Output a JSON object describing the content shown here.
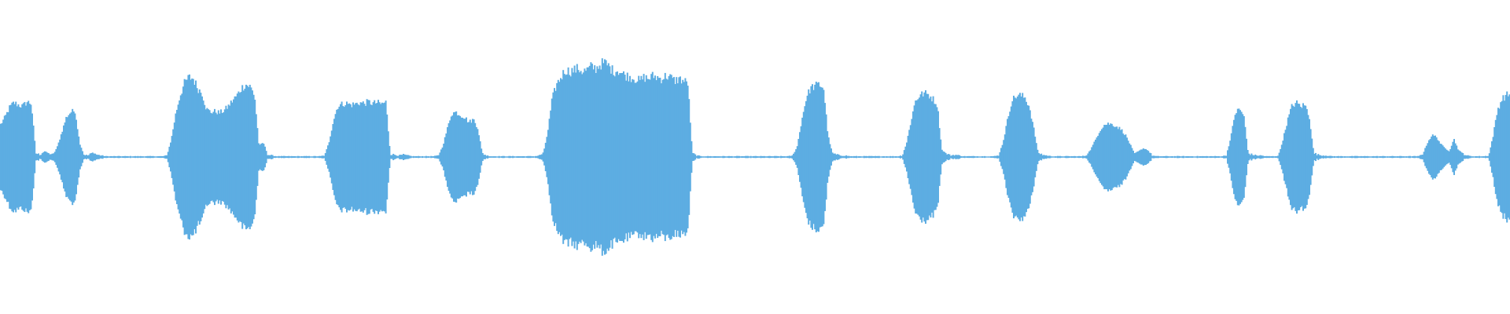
{
  "waveform": {
    "color": "#5dade2",
    "background": "#ffffff",
    "amplitude_profile": [
      0.45,
      0.55,
      0.68,
      0.75,
      0.72,
      0.7,
      0.76,
      0.74,
      0.05,
      0.03,
      0.08,
      0.05,
      0.03,
      0.15,
      0.35,
      0.55,
      0.62,
      0.64,
      0.2,
      0.03,
      0.02,
      0.06,
      0.03,
      0.02,
      0.01,
      0.01,
      0.01,
      0.01,
      0.01,
      0.01,
      0.01,
      0.01,
      0.01,
      0.01,
      0.01,
      0.01,
      0.01,
      0.01,
      0.02,
      0.25,
      0.6,
      0.85,
      1.02,
      1.1,
      1.08,
      0.95,
      0.88,
      0.66,
      0.62,
      0.63,
      0.61,
      0.64,
      0.7,
      0.78,
      0.85,
      0.95,
      1.0,
      0.97,
      0.85,
      0.15,
      0.2,
      0.03,
      0.02,
      0.01,
      0.01,
      0.01,
      0.01,
      0.01,
      0.01,
      0.01,
      0.01,
      0.01,
      0.01,
      0.01,
      0.02,
      0.2,
      0.5,
      0.7,
      0.73,
      0.74,
      0.72,
      0.73,
      0.75,
      0.74,
      0.76,
      0.74,
      0.75,
      0.73,
      0.76,
      0.04,
      0.03,
      0.02,
      0.03,
      0.02,
      0.01,
      0.01,
      0.01,
      0.01,
      0.01,
      0.01,
      0.02,
      0.15,
      0.38,
      0.6,
      0.62,
      0.58,
      0.55,
      0.48,
      0.52,
      0.4,
      0.05,
      0.02,
      0.01,
      0.01,
      0.01,
      0.01,
      0.01,
      0.01,
      0.01,
      0.01,
      0.01,
      0.01,
      0.01,
      0.02,
      0.05,
      0.35,
      0.8,
      1.0,
      1.1,
      1.2,
      1.18,
      1.2,
      1.22,
      1.18,
      1.2,
      1.25,
      1.22,
      1.28,
      1.3,
      1.25,
      1.18,
      1.2,
      1.15,
      1.12,
      1.1,
      1.08,
      1.05,
      1.1,
      1.08,
      1.12,
      1.1,
      1.08,
      1.12,
      1.1,
      1.05,
      1.08,
      1.05,
      1.02,
      0.05,
      0.02,
      0.01,
      0.01,
      0.01,
      0.01,
      0.01,
      0.01,
      0.01,
      0.01,
      0.01,
      0.01,
      0.01,
      0.01,
      0.01,
      0.01,
      0.01,
      0.01,
      0.01,
      0.01,
      0.01,
      0.01,
      0.01,
      0.02,
      0.15,
      0.5,
      0.8,
      0.95,
      0.98,
      1.0,
      0.96,
      0.3,
      0.05,
      0.03,
      0.02,
      0.02,
      0.01,
      0.01,
      0.01,
      0.01,
      0.01,
      0.01,
      0.01,
      0.01,
      0.01,
      0.01,
      0.01,
      0.01,
      0.02,
      0.2,
      0.5,
      0.78,
      0.85,
      0.88,
      0.86,
      0.8,
      0.72,
      0.1,
      0.05,
      0.02,
      0.03,
      0.02,
      0.01,
      0.01,
      0.01,
      0.01,
      0.01,
      0.01,
      0.01,
      0.01,
      0.02,
      0.2,
      0.5,
      0.78,
      0.84,
      0.85,
      0.82,
      0.7,
      0.4,
      0.06,
      0.03,
      0.02,
      0.01,
      0.01,
      0.01,
      0.01,
      0.01,
      0.01,
      0.01,
      0.01,
      0.02,
      0.1,
      0.22,
      0.35,
      0.44,
      0.46,
      0.45,
      0.42,
      0.38,
      0.3,
      0.18,
      0.05,
      0.08,
      0.12,
      0.1,
      0.02,
      0.01,
      0.01,
      0.01,
      0.01,
      0.01,
      0.01,
      0.01,
      0.01,
      0.01,
      0.01,
      0.01,
      0.01,
      0.01,
      0.01,
      0.01,
      0.01,
      0.02,
      0.25,
      0.6,
      0.66,
      0.58,
      0.05,
      0.03,
      0.02,
      0.02,
      0.01,
      0.01,
      0.01,
      0.02,
      0.25,
      0.5,
      0.7,
      0.75,
      0.7,
      0.72,
      0.55,
      0.05,
      0.03,
      0.02,
      0.02,
      0.01,
      0.01,
      0.01,
      0.01,
      0.01,
      0.01,
      0.01,
      0.01,
      0.01,
      0.01,
      0.01,
      0.01,
      0.01,
      0.01,
      0.01,
      0.01,
      0.01,
      0.01,
      0.01,
      0.01,
      0.01,
      0.05,
      0.2,
      0.3,
      0.28,
      0.18,
      0.12,
      0.08,
      0.25,
      0.1,
      0.05,
      0.02,
      0.01,
      0.01,
      0.01,
      0.01,
      0.02,
      0.3,
      0.65,
      0.8,
      0.85,
      0.88
    ]
  }
}
